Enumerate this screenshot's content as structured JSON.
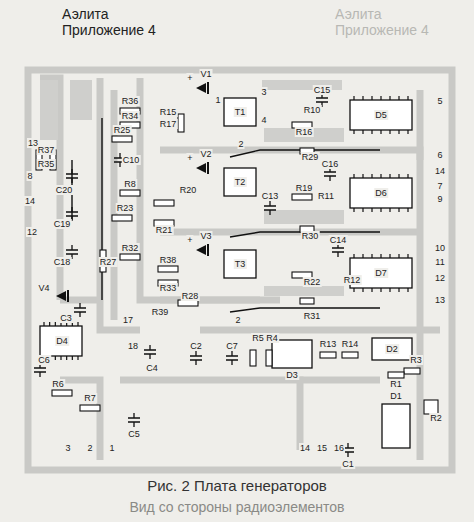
{
  "diagram": {
    "title": "Аэлита Приложение 4",
    "caption": "Рис. 2 Плата генераторов",
    "labels": [
      "Аэлита Приложение 4",
      "13",
      "R37",
      "R35",
      "8",
      "C20",
      "14",
      "12",
      "C19",
      "C18",
      "V4",
      "C3",
      "D4",
      "C6",
      "R6",
      "R7",
      "3",
      "2",
      "1",
      "C5",
      "R27",
      "17",
      "18",
      "C4",
      "C2",
      "C7",
      "R5",
      "R4",
      "D3",
      "R13",
      "R14",
      "D2",
      "R3",
      "R1",
      "D1",
      "R2",
      "C1",
      "14",
      "15",
      "16",
      "R36",
      "R34",
      "R25",
      "C10",
      "R8",
      "R23",
      "R21",
      "R32",
      "R38",
      "R33",
      "R28",
      "R39",
      "V1",
      "T1",
      "3",
      "4",
      "1",
      "R15",
      "R17",
      "2",
      "R29",
      "C15",
      "R10",
      "R16",
      "D5",
      "V2",
      "T2",
      "C16",
      "D6",
      "C13",
      "R19",
      "R11",
      "R20",
      "R30",
      "V3",
      "T3",
      "C14",
      "R22",
      "R12",
      "D7",
      "2",
      "R31",
      "5",
      "6",
      "14",
      "7",
      "9",
      "10",
      "11",
      "12",
      "13",
      "+",
      "+",
      "+",
      "Вид со стороны радиоэлементов"
    ]
  }
}
